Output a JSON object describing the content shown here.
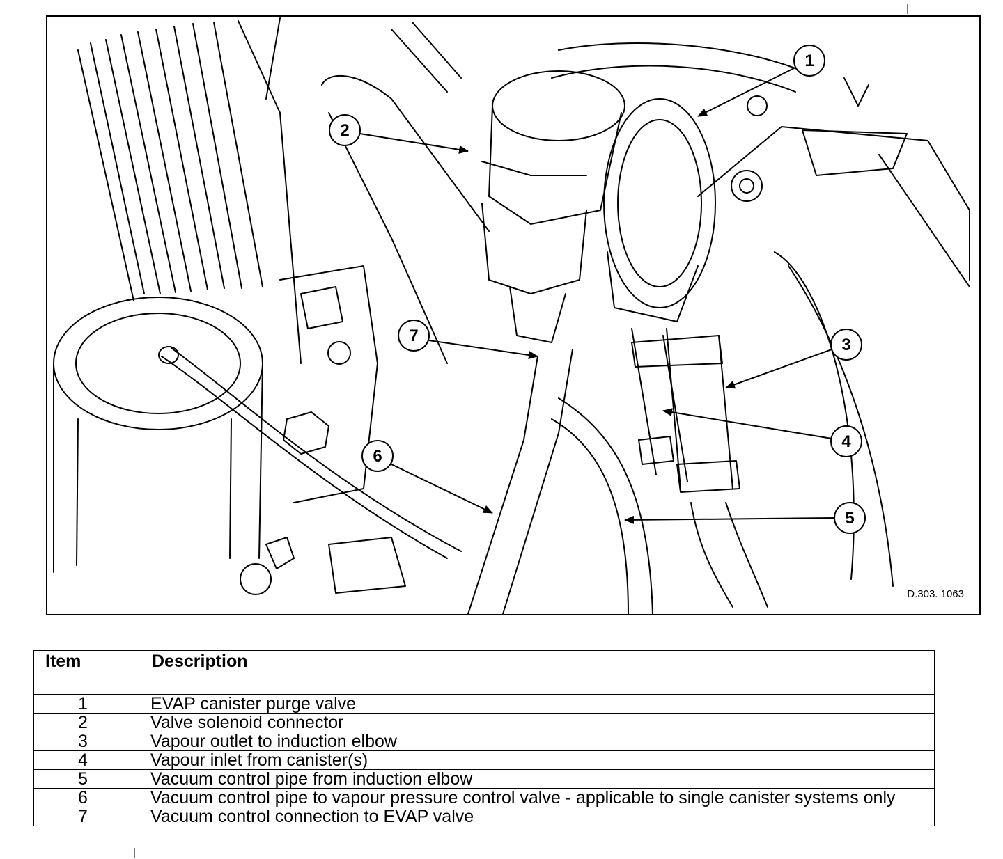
{
  "figure": {
    "drawing_code": "D.303. 1063",
    "callouts": [
      "1",
      "2",
      "3",
      "4",
      "5",
      "6",
      "7"
    ]
  },
  "legend": {
    "headers": {
      "item": "Item",
      "description": "Description"
    },
    "rows": [
      {
        "item": "1",
        "description": "EVAP canister purge valve"
      },
      {
        "item": "2",
        "description": "Valve solenoid connector"
      },
      {
        "item": "3",
        "description": "Vapour outlet to induction elbow"
      },
      {
        "item": "4",
        "description": "Vapour inlet from canister(s)"
      },
      {
        "item": "5",
        "description": "Vacuum control pipe from induction elbow"
      },
      {
        "item": "6",
        "description": "Vacuum control pipe to vapour pressure control valve - applicable to single canister systems only"
      },
      {
        "item": "7",
        "description": "Vacuum control connection to EVAP valve"
      }
    ]
  }
}
